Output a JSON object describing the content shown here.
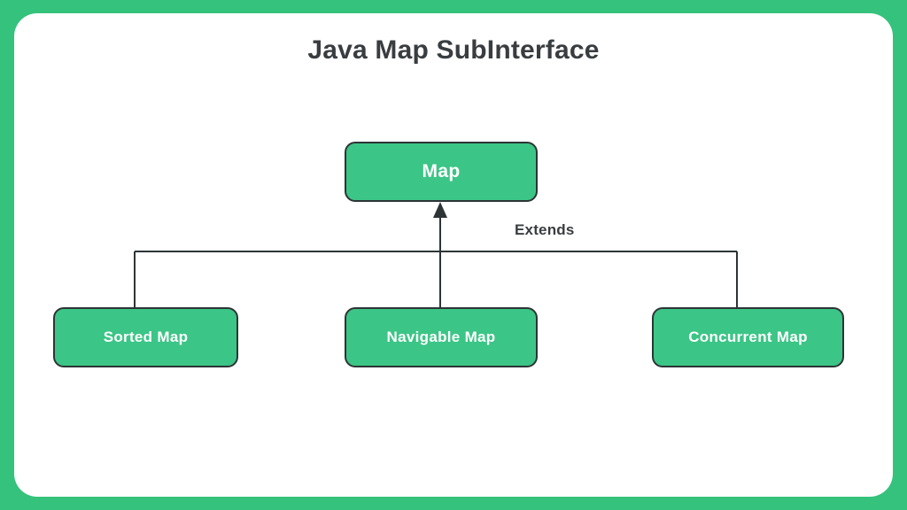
{
  "canvas": {
    "background_color": "#35c27c",
    "card_color": "#ffffff"
  },
  "diagram": {
    "title": "Java Map SubInterface",
    "title_color": "#3a3d40",
    "node_fill_color": "#3bc586",
    "node_border_color": "#2d3436",
    "node_text_color": "#ffffff",
    "connector_color": "#2d3436",
    "relationship_label": "Extends",
    "root": {
      "label": "Map"
    },
    "children": [
      {
        "label": "Sorted Map"
      },
      {
        "label": "Navigable Map"
      },
      {
        "label": "Concurrent Map"
      }
    ]
  }
}
